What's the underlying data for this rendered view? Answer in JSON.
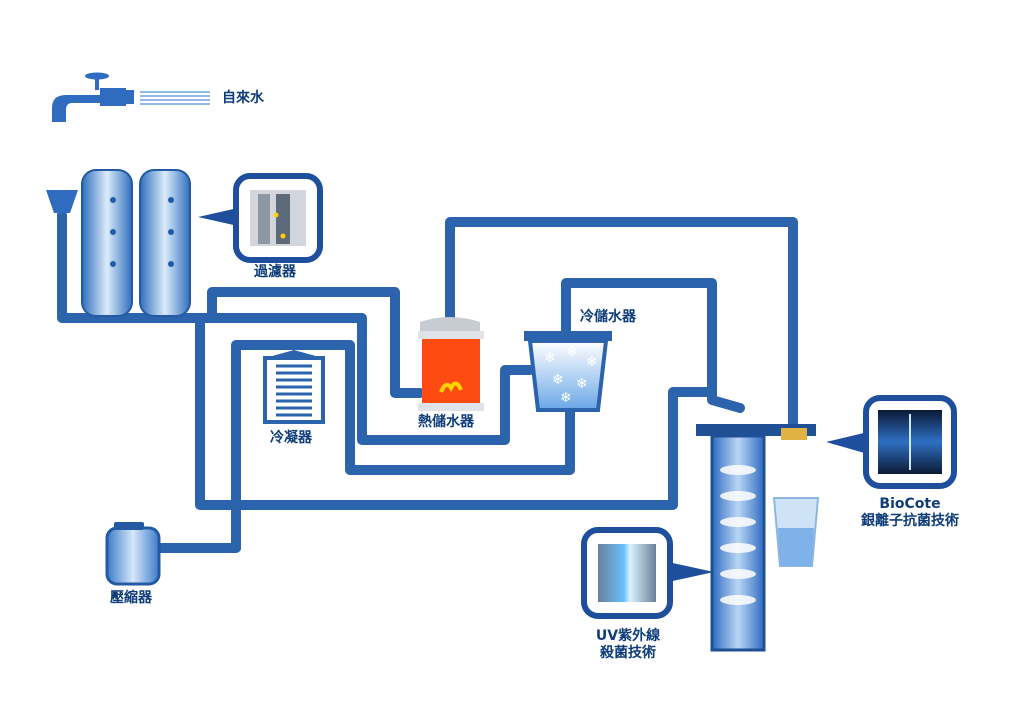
{
  "colors": {
    "pipe": "#2b63ad",
    "pipe_dark": "#1f4f94",
    "label": "#0f3d7a",
    "heater": "#ff4a12",
    "tank_light": "#cfe3f7",
    "tank_mid": "#4f8fd6",
    "callout_border": "#1d4f9c"
  },
  "icons": [
    "faucet-icon",
    "filter-tanks-icon",
    "heater-tank-icon",
    "cooling-tank-icon",
    "condenser-icon",
    "compressor-icon",
    "uv-sterilizer-icon",
    "water-glass-icon"
  ],
  "labels": {
    "tap_water": "自來水",
    "filter": "過濾器",
    "cold_tank": "冷儲水器",
    "hot_tank": "熱儲水器",
    "condenser": "冷凝器",
    "compressor": "壓縮器",
    "uv_line1": "UV紫外線",
    "uv_line2": "殺菌技術",
    "biocote_line1": "BioCote",
    "biocote_line2": "銀離子抗菌技術"
  }
}
